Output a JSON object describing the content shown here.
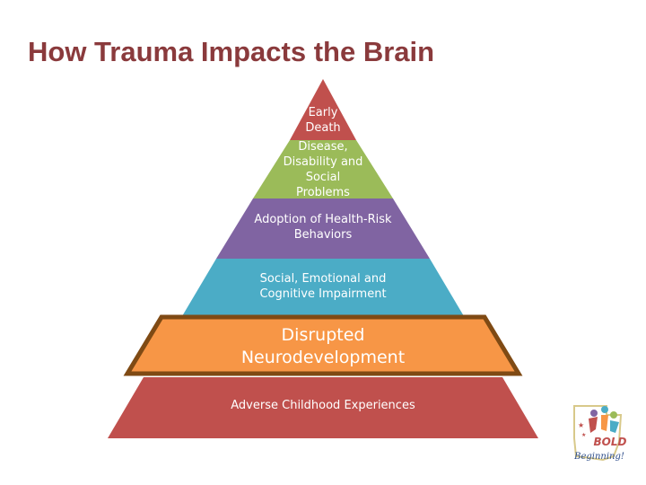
{
  "title": "How Trauma Impacts the Brain",
  "pyramid": {
    "tiers": [
      {
        "label": "Early Death",
        "color": "#c0504d"
      },
      {
        "label": "Disease, Disability and Social Problems",
        "color": "#9bbb59"
      },
      {
        "label": "Adoption of Health-Risk Behaviors",
        "color": "#8064a2"
      },
      {
        "label": "Social, Emotional and Cognitive Impairment",
        "color": "#4bacc6"
      },
      {
        "label": "Disrupted Neurodevelopment",
        "color": "#f79646",
        "border_color": "#7f4a14"
      },
      {
        "label": "Adverse Childhood Experiences",
        "color": "#c0504d"
      }
    ]
  },
  "logo": {
    "text_line1": "BOLD",
    "text_line2": "Beginning!"
  }
}
